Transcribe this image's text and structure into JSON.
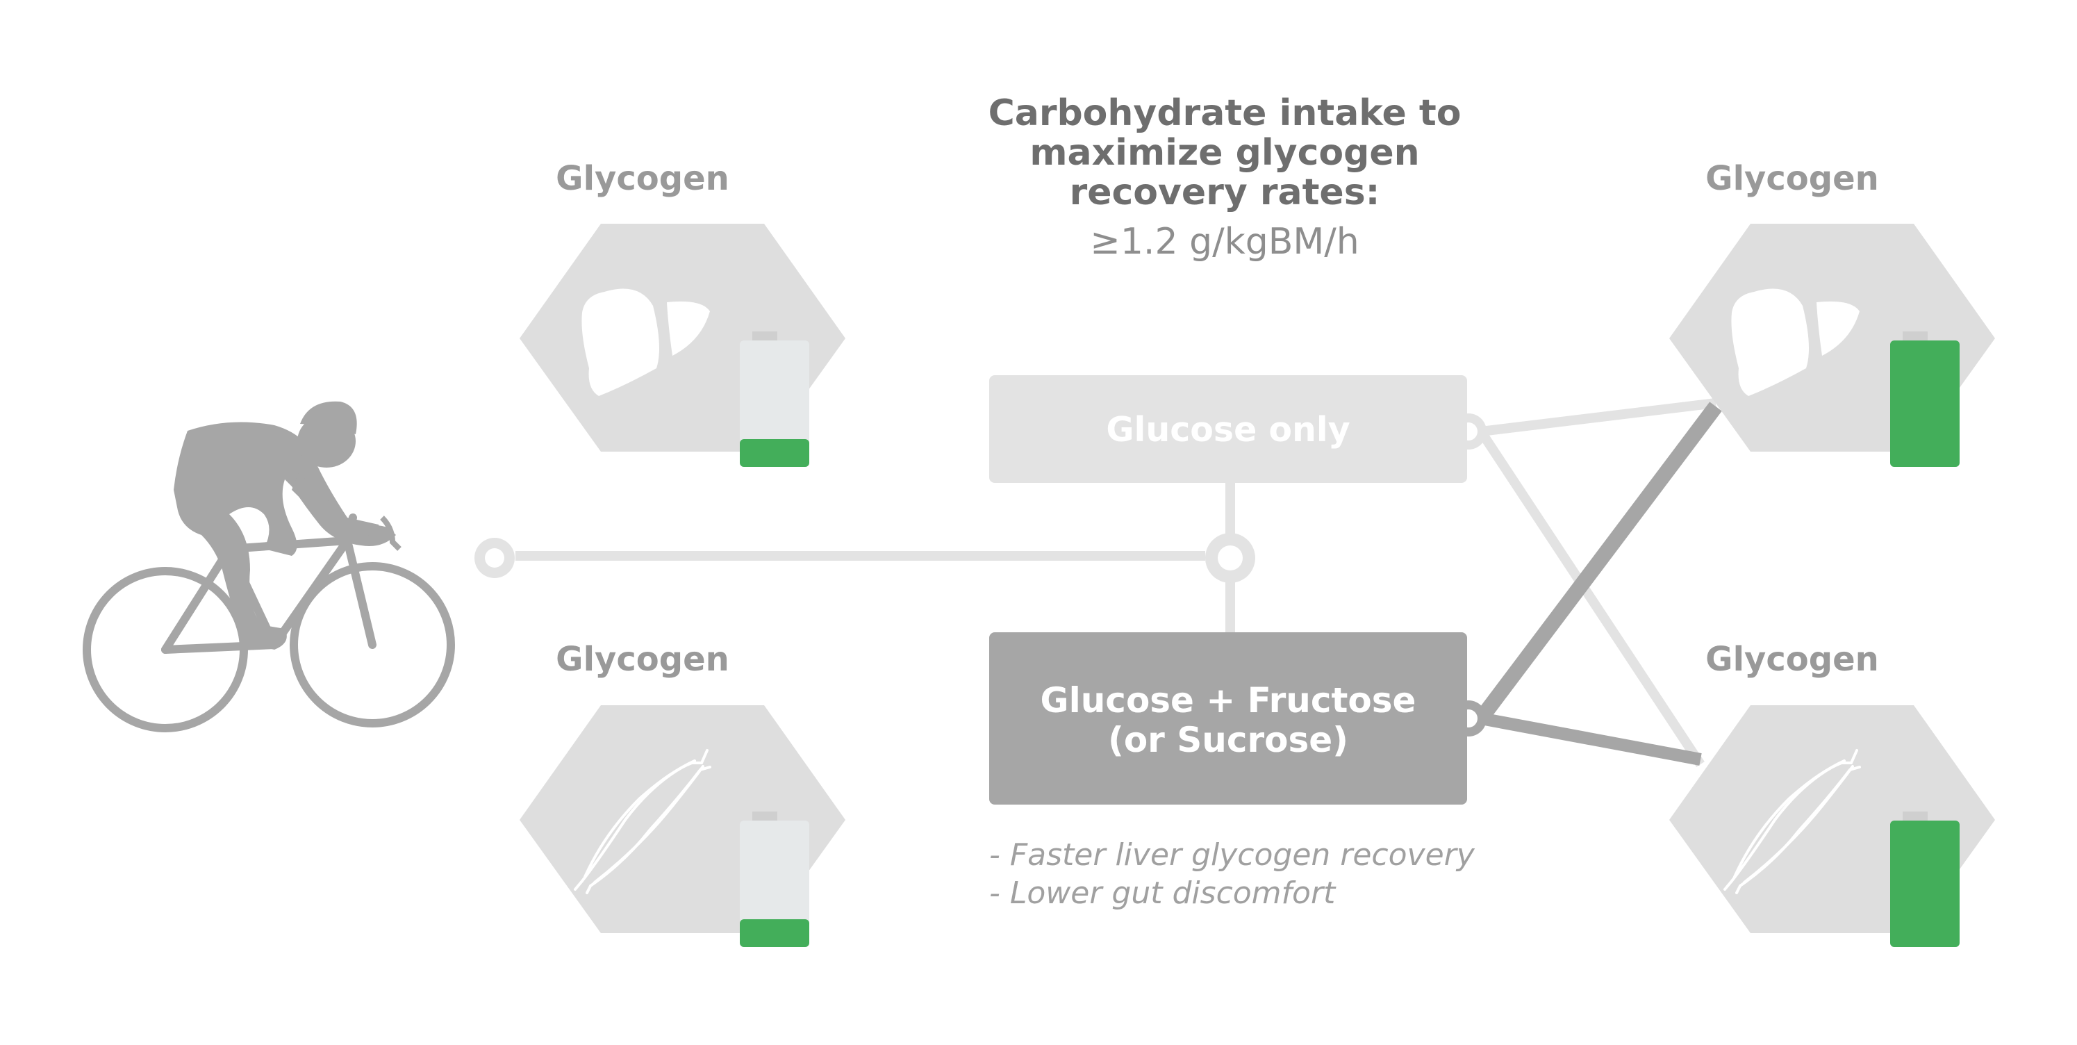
{
  "title": {
    "line1": "Carbohydrate intake to",
    "line2": "maximize glycogen",
    "line3": "recovery rates:",
    "value": "≥1.2 g/kgBM/h"
  },
  "glycogen_label": "Glycogen",
  "options": {
    "glucose_only": "Glucose only",
    "glucose_fructose_line1": "Glucose + Fructose",
    "glucose_fructose_line2": "(or Sucrose)"
  },
  "benefits": [
    "- Faster liver glycogen recovery",
    "- Lower gut discomfort"
  ],
  "stores": {
    "left_liver": {
      "icon": "liver-icon",
      "fill_fraction": 0.22
    },
    "left_muscle": {
      "icon": "muscle-icon",
      "fill_fraction": 0.22
    },
    "right_liver": {
      "icon": "liver-icon",
      "fill_fraction": 1.0
    },
    "right_muscle": {
      "icon": "muscle-icon",
      "fill_fraction": 1.0
    }
  },
  "icons": {
    "athlete": "cyclist-icon",
    "liver": "liver-icon",
    "muscle": "muscle-icon",
    "battery": "battery-icon"
  },
  "colors": {
    "battery_fill": "#43ae5a",
    "battery_empty": "#e6e9ea",
    "hexagon": "#dedede",
    "dark_box": "#a6a6a6",
    "light_box": "#e3e3e3",
    "title_text": "#6e6e6e",
    "label_text": "#999999",
    "benefit_text": "#a0a0a0"
  }
}
